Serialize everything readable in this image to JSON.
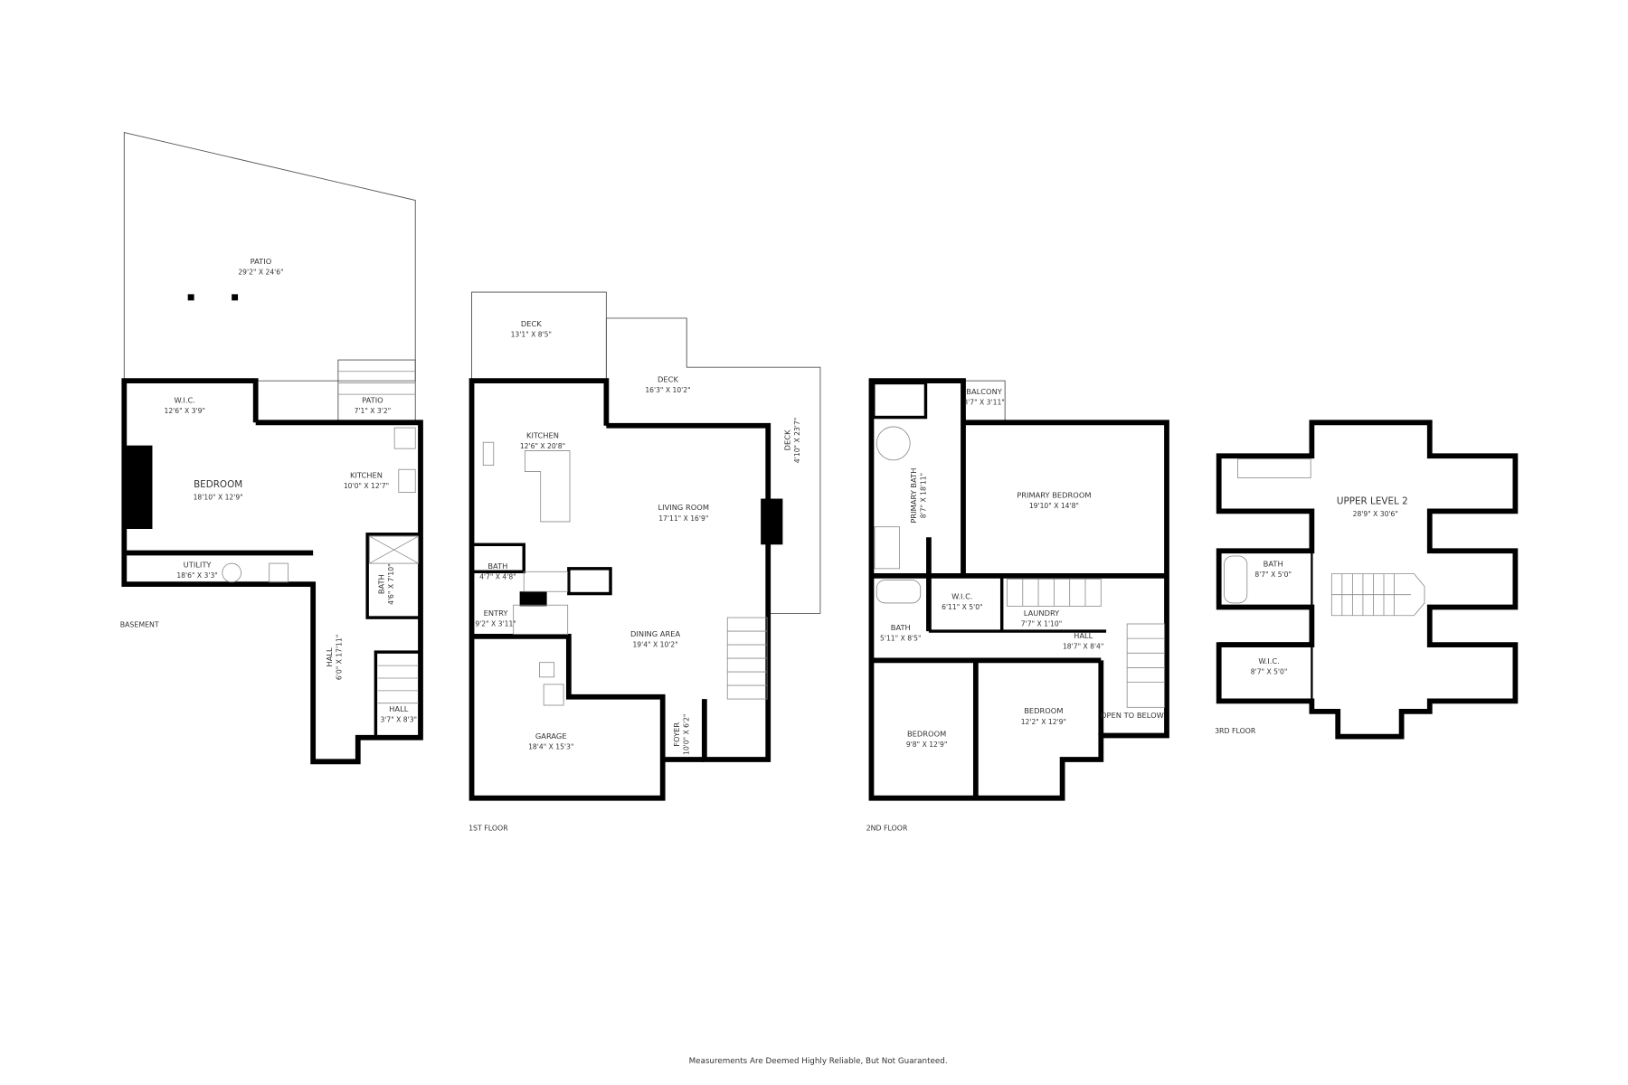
{
  "floors": {
    "basement": {
      "label": "BASEMENT",
      "rooms": [
        {
          "name": "PATIO",
          "dims": "29'2\" X 24'6\""
        },
        {
          "name": "PATIO",
          "dims": "7'1\" X 3'2\""
        },
        {
          "name": "W.I.C.",
          "dims": "12'6\" X 3'9\""
        },
        {
          "name": "BEDROOM",
          "dims": "18'10\" X 12'9\""
        },
        {
          "name": "KITCHEN",
          "dims": "10'0\" X 12'7\""
        },
        {
          "name": "UTILITY",
          "dims": "18'6\" X 3'3\""
        },
        {
          "name": "BATH",
          "dims": "4'6\" X 7'10\""
        },
        {
          "name": "HALL",
          "dims": "6'0\" X 17'11\""
        },
        {
          "name": "HALL",
          "dims": "3'7\" X 8'3\""
        }
      ]
    },
    "first": {
      "label": "1ST FLOOR",
      "rooms": [
        {
          "name": "DECK",
          "dims": "13'1\" X 8'5\""
        },
        {
          "name": "DECK",
          "dims": "16'3\" X 10'2\""
        },
        {
          "name": "DECK",
          "dims": "4'10\" X 23'7\""
        },
        {
          "name": "KITCHEN",
          "dims": "12'6\" X 20'8\""
        },
        {
          "name": "LIVING ROOM",
          "dims": "17'11\" X 16'9\""
        },
        {
          "name": "BATH",
          "dims": "4'7\" X 4'8\""
        },
        {
          "name": "ENTRY",
          "dims": "9'2\" X 3'11\""
        },
        {
          "name": "DINING AREA",
          "dims": "19'4\" X 10'2\""
        },
        {
          "name": "GARAGE",
          "dims": "18'4\" X 15'3\""
        },
        {
          "name": "FOYER",
          "dims": "10'0\" X 6'2\""
        }
      ]
    },
    "second": {
      "label": "2ND FLOOR",
      "rooms": [
        {
          "name": "BALCONY",
          "dims": "3'7\" X 3'11\""
        },
        {
          "name": "PRIMARY BATH",
          "dims": "8'7\" X 18'11\""
        },
        {
          "name": "PRIMARY BEDROOM",
          "dims": "19'10\" X 14'8\""
        },
        {
          "name": "W.I.C.",
          "dims": "6'11\" X 5'0\""
        },
        {
          "name": "LAUNDRY",
          "dims": "7'7\" X 1'10\""
        },
        {
          "name": "BATH",
          "dims": "5'11\" X 8'5\""
        },
        {
          "name": "HALL",
          "dims": "18'7\" X 8'4\""
        },
        {
          "name": "BEDROOM",
          "dims": "9'8\" X 12'9\""
        },
        {
          "name": "BEDROOM",
          "dims": "12'2\" X 12'9\""
        },
        {
          "name": "OPEN TO BELOW",
          "dims": ""
        }
      ]
    },
    "third": {
      "label": "3RD FLOOR",
      "rooms": [
        {
          "name": "UPPER LEVEL 2",
          "dims": "28'9\" X 30'6\""
        },
        {
          "name": "BATH",
          "dims": "8'7\" X 5'0\""
        },
        {
          "name": "W.I.C.",
          "dims": "8'7\" X 5'0\""
        }
      ]
    }
  },
  "disclaimer": "Measurements Are Deemed Highly Reliable, But Not Guaranteed.",
  "colors": {
    "wall": "#000000",
    "text": "#333333",
    "background": "#ffffff"
  }
}
